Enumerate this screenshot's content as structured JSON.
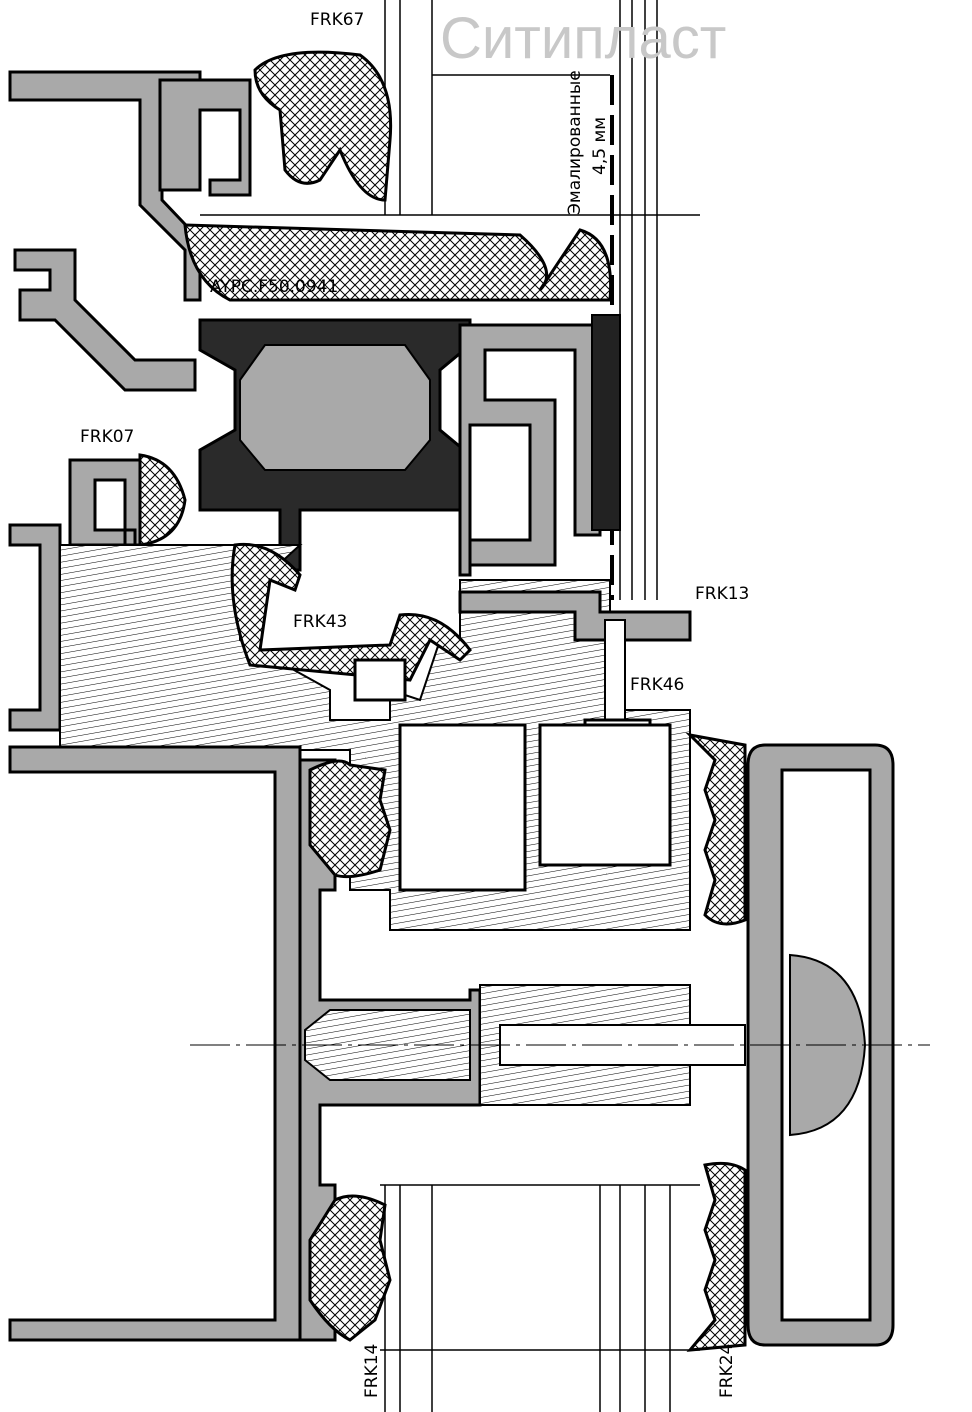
{
  "watermark": "Ситипласт",
  "note": {
    "line1": "Эмалированные",
    "line2": "4,5 мм"
  },
  "labels": {
    "frk67": "FRK67",
    "aypc": "AYPC.F50.0941",
    "frk07": "FRK07",
    "frk43": "FRK43",
    "frk13": "FRK13",
    "frk46": "FRK46",
    "frk14": "FRK14",
    "frk24": "FRK24"
  }
}
